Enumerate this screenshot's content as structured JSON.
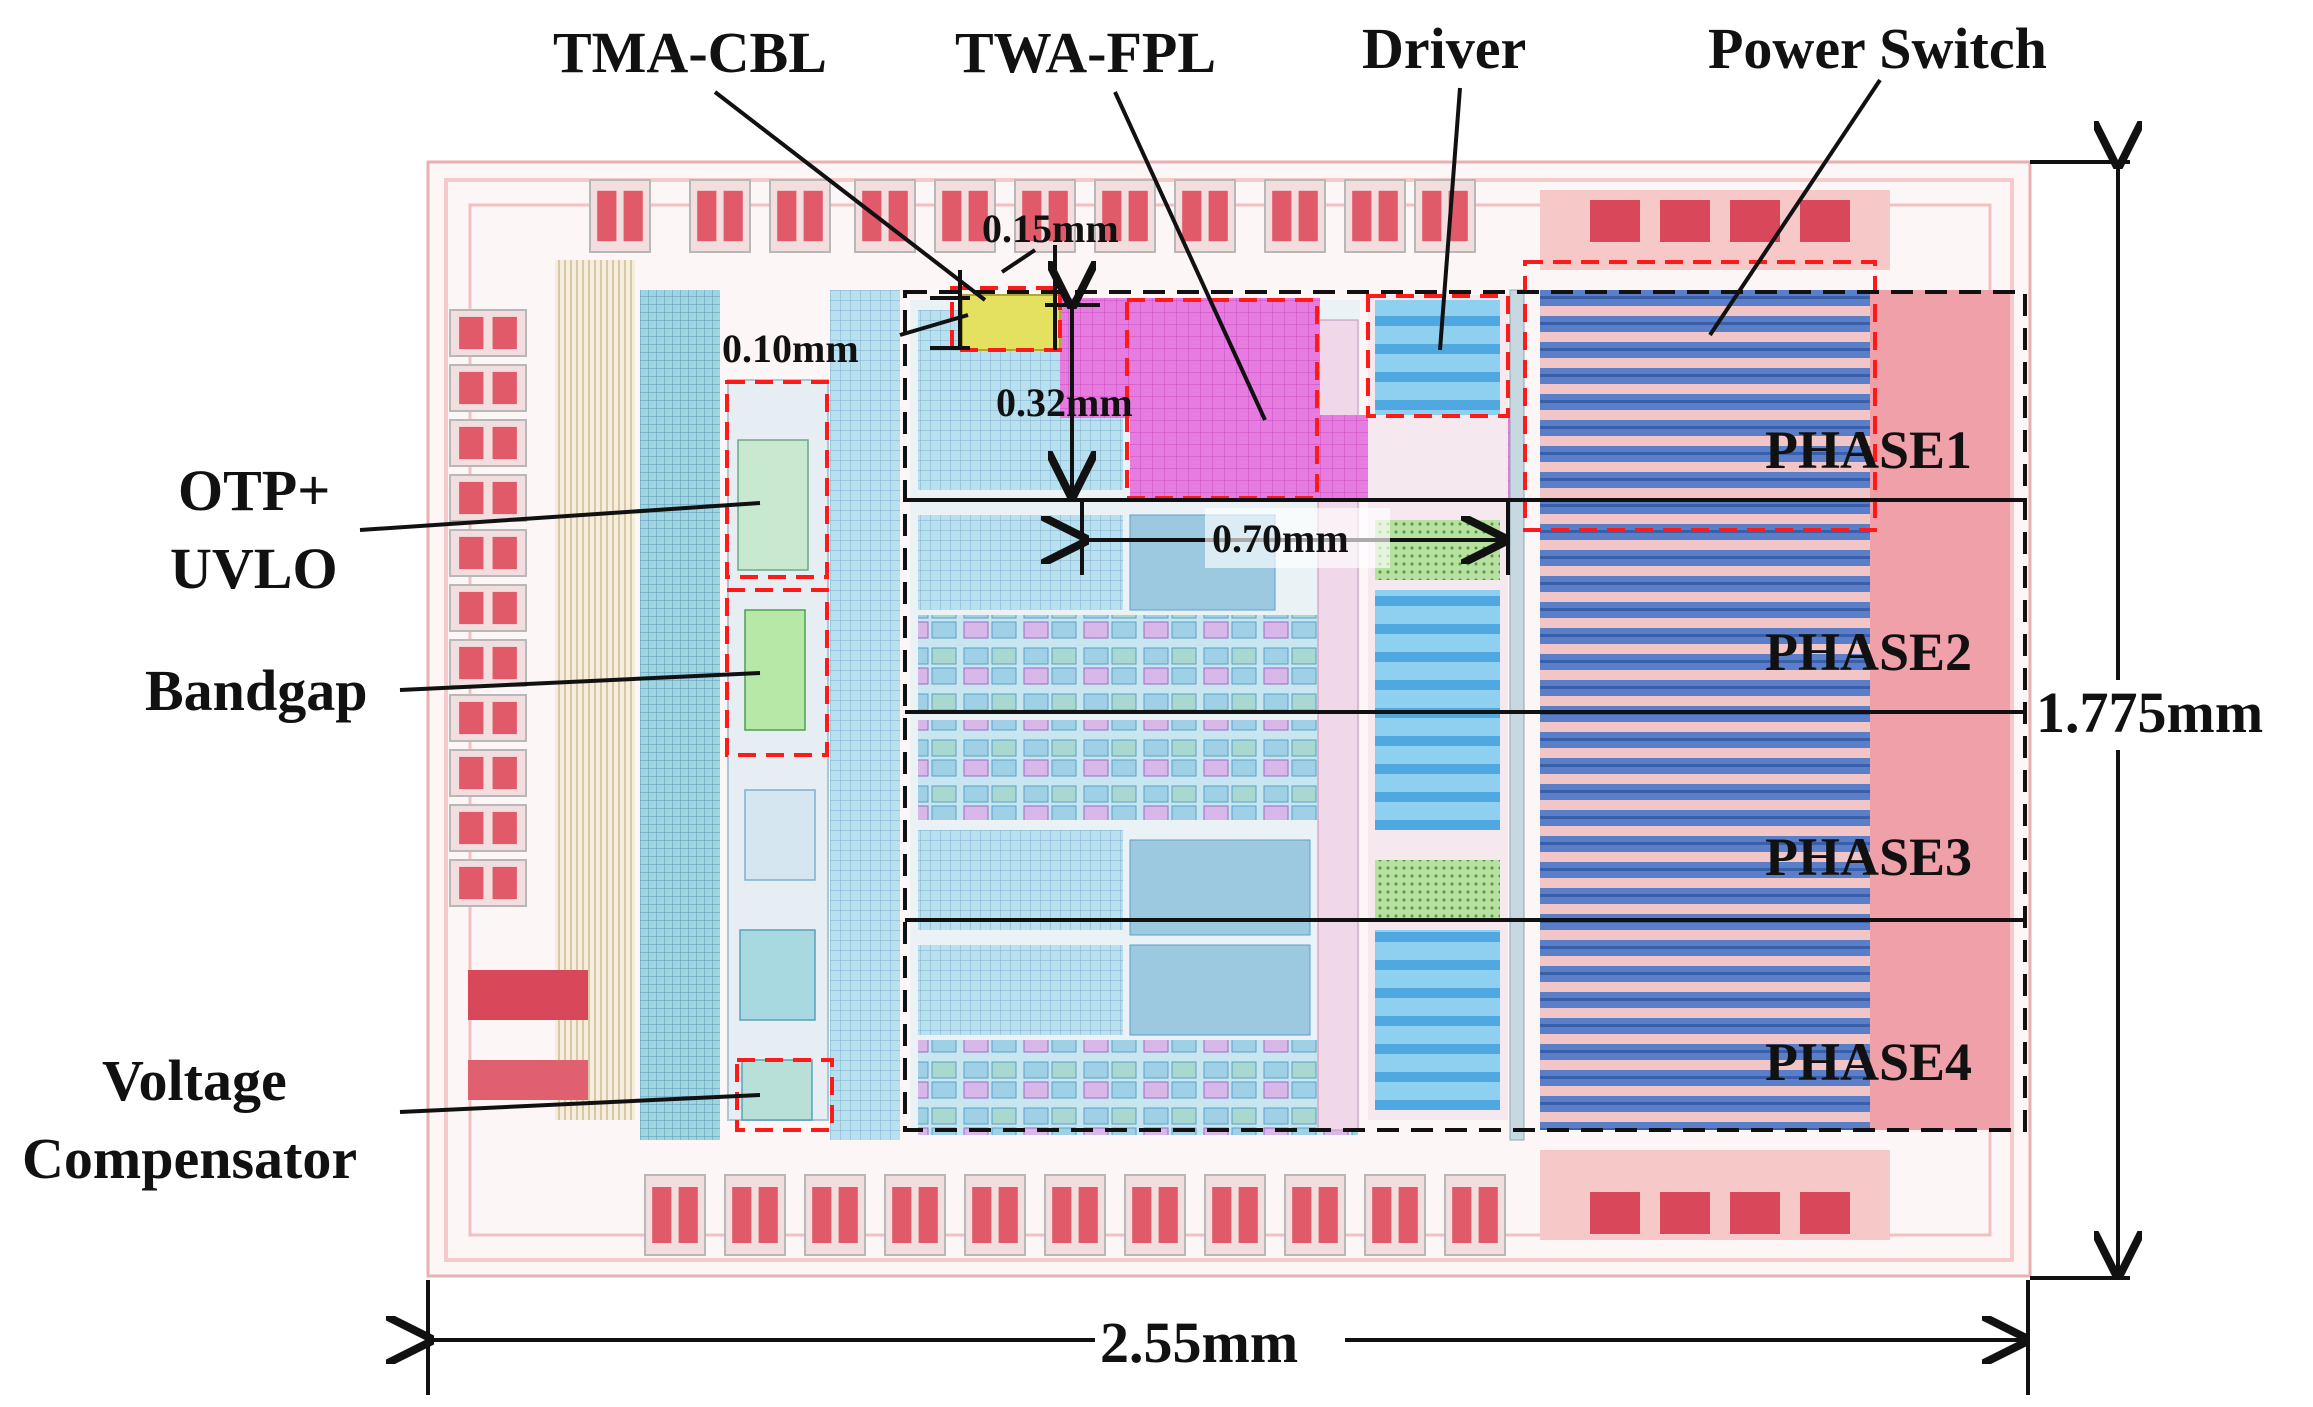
{
  "labels": {
    "tma_cbl": "TMA-CBL",
    "twa_fpl": "TWA-FPL",
    "driver": "Driver",
    "power_switch": "Power Switch",
    "otp_line1": "OTP+",
    "otp_line2": "UVLO",
    "bandgap": "Bandgap",
    "voltage_line1": "Voltage",
    "voltage_line2": "Compensator"
  },
  "dimensions": {
    "d015": "0.15mm",
    "d010": "0.10mm",
    "d032": "0.32mm",
    "d070": "0.70mm",
    "height": "1.775mm",
    "width": "2.55mm"
  },
  "phases": [
    "PHASE1",
    "PHASE2",
    "PHASE3",
    "PHASE4"
  ],
  "colors": {
    "die_border": "#f0b8b8",
    "pad": "#e05a6a",
    "pad_frame": "#c8c8c8",
    "grid_blue": "#a8d8e8",
    "grid_line": "#7fb0d0",
    "magenta": "#e070d8",
    "driver_blue": "#6cc0ee",
    "power_blue": "#5a7fc8",
    "power_stripe": "#3a5faa",
    "highlight_red": "#ff2020",
    "dash_black": "#111111",
    "yellow": "#e8e060",
    "green": "#60c060"
  }
}
